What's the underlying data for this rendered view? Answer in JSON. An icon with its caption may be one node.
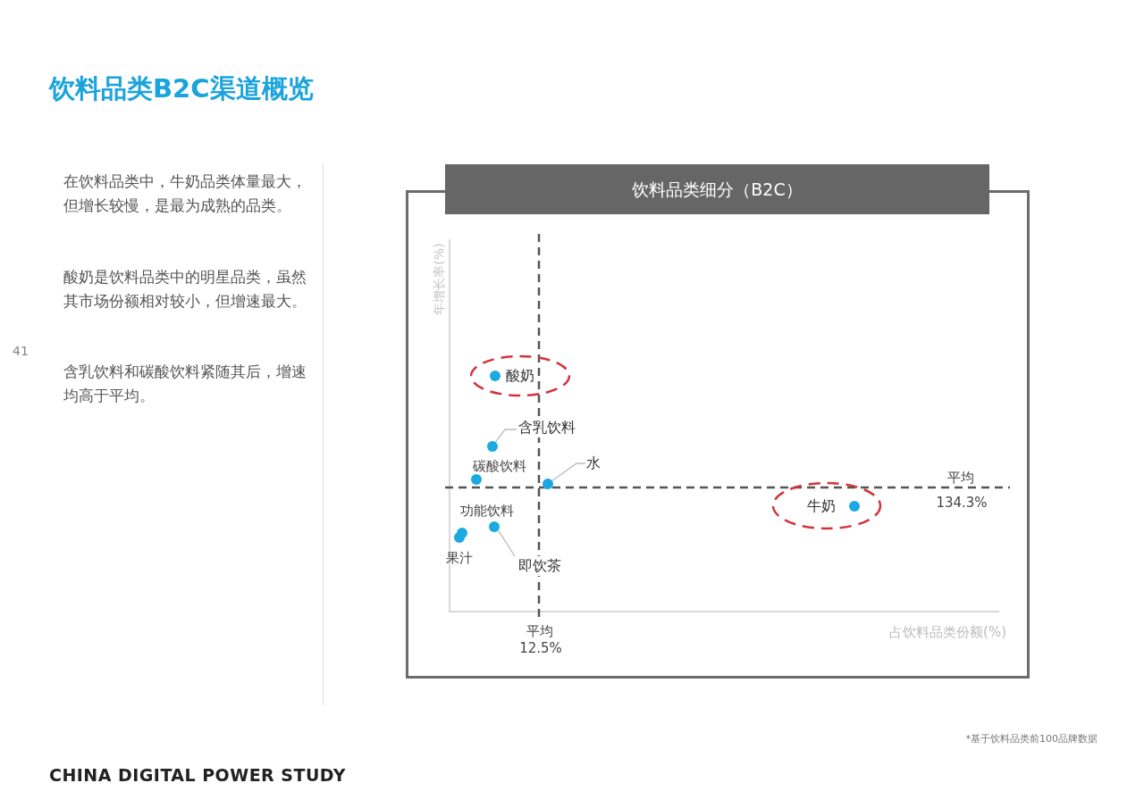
{
  "diagram": {
    "title": "饮料品类B2C渠道概览",
    "nodes": [
      {
        "text": [
          "饮料品类细分（B2C）"
        ]
      },
      {
        "text": [
          "酸奶"
        ],
        "in": 0
      },
      {
        "text": [],
        "shape": "circle",
        "in": 1
      },
      {
        "text": [
          "含乳饮料"
        ],
        "in": 0
      },
      {
        "text": [],
        "shape": "circle",
        "in": 0
      },
      {
        "text": [],
        "shape": "circle",
        "in": 0
      },
      {
        "text": [
          "水"
        ],
        "in": 0
      },
      {
        "text": [],
        "shape": "circle",
        "in": 0
      },
      {
        "text": [],
        "shape": "circle",
        "in": 0
      },
      {
        "text": [],
        "shape": "circle",
        "in": 0
      },
      {
        "text": [],
        "shape": "circle",
        "in": 0
      },
      {
        "text": [
          "即饮茶"
        ],
        "in": 0
      },
      {
        "text": [
          "牛奶"
        ],
        "in": 0
      },
      {
        "text": [],
        "shape": "circle",
        "in": 12
      }
    ],
    "edges": [
      {
        "from": 3,
        "to": 4,
        "arrow": "none"
      },
      {
        "from": 6,
        "to": 7,
        "arrow": "none"
      },
      {
        "from": 11,
        "to": 10,
        "arrow": "none"
      }
    ],
    "labels": [
      "在饮料品类中，牛奶品类体量最大，但增长较慢，是最为成熟的品类。",
      "酸奶是饮料品类中的明星品类，虽然其市场份额相对较小，但增速最大。",
      "含乳饮料和碳酸饮料紧随其后，增速均高于平均。",
      "41",
      "年增长率(%)",
      "碳酸饮料",
      "功能饮料",
      "果汁",
      "平均",
      "134.3%",
      "平均",
      "12.5%",
      "占饮料品类份额(%)",
      "*基于饮料品类前100品牌数据",
      "CHINA DIGITAL POWER STUDY"
    ]
  }
}
